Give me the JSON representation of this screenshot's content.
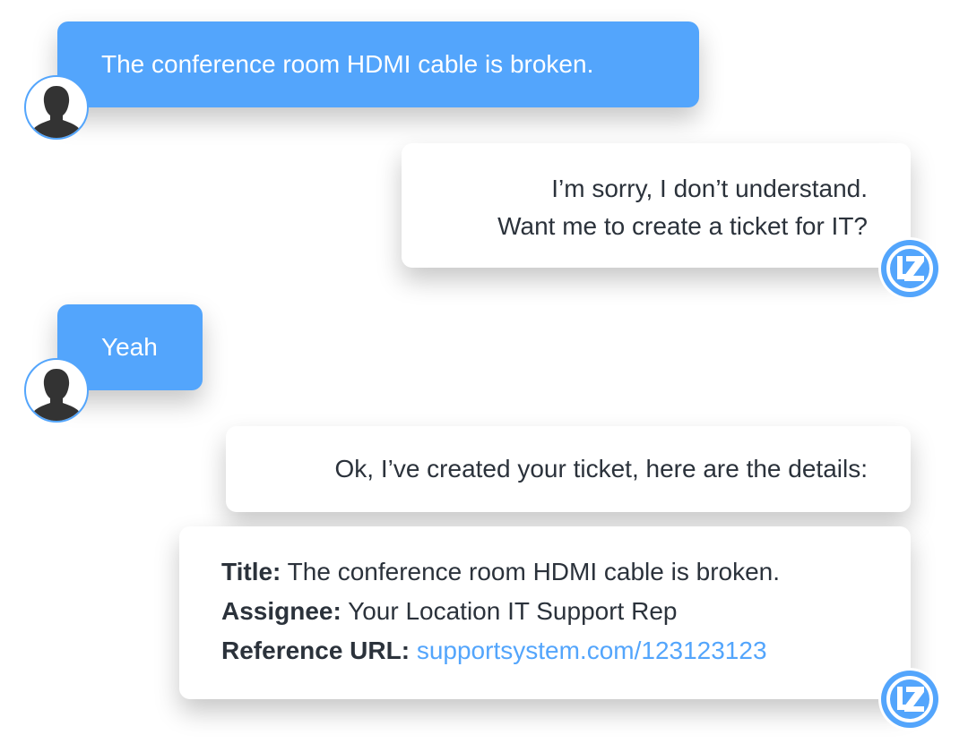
{
  "messages": [
    {
      "from": "user",
      "text": "The conference room HDMI cable is broken."
    },
    {
      "from": "bot",
      "lines": [
        "I’m sorry, I don’t understand.",
        "Want me to create a ticket for IT?"
      ]
    },
    {
      "from": "user",
      "text": "Yeah"
    },
    {
      "from": "bot",
      "text": "Ok, I’ve created your ticket, here are the details:"
    }
  ],
  "ticket": {
    "title_label": "Title:",
    "title_value": "The conference room HDMI cable is broken.",
    "assignee_label": "Assignee:",
    "assignee_value": "Your Location IT Support Rep",
    "url_label": "Reference URL:",
    "url_value": "supportsystem.com/123123123"
  },
  "colors": {
    "accent": "#53a5fc",
    "text": "#2b323b"
  },
  "icons": {
    "user_avatar": "user-silhouette-icon",
    "bot_avatar": "lz-logo-icon"
  }
}
